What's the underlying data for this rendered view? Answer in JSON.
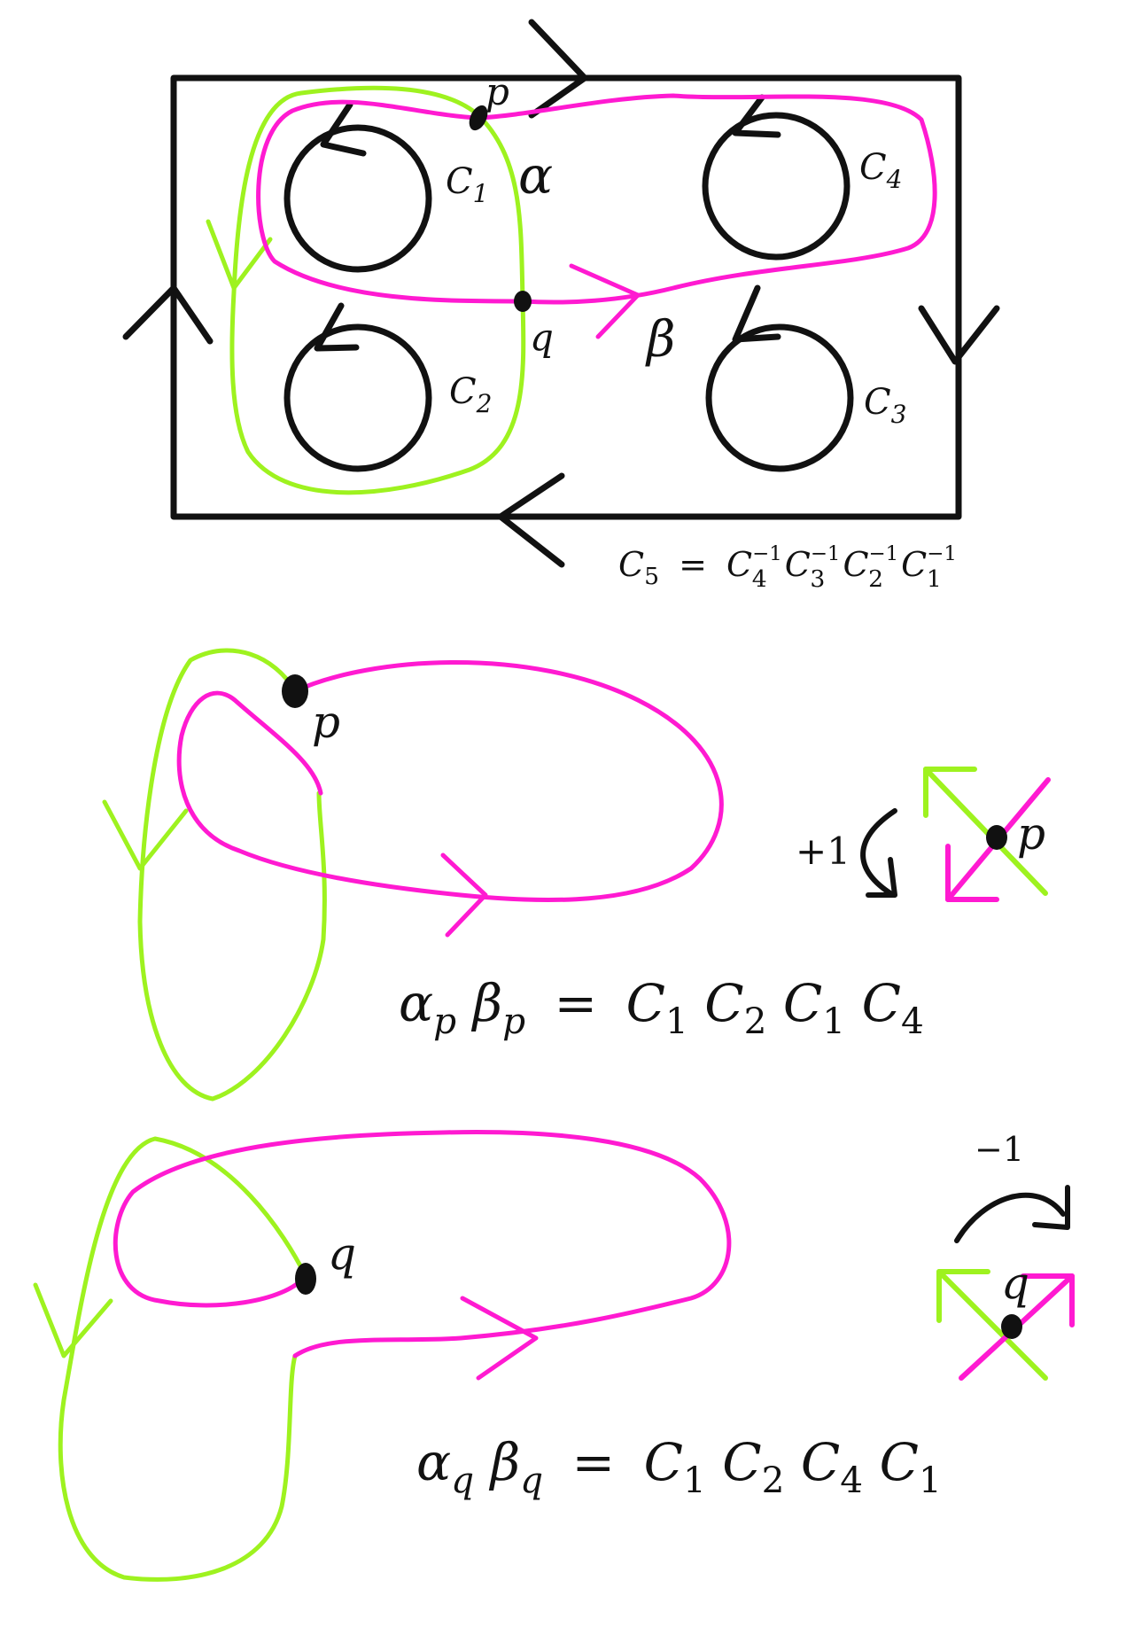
{
  "colors": {
    "alpha": "#9ef21f",
    "beta": "#ff1ad1",
    "ink": "#111111"
  },
  "top": {
    "points": {
      "p": "p",
      "q": "q"
    },
    "curves": {
      "alpha": "α",
      "beta": "β"
    },
    "circles": [
      {
        "base": "C",
        "index": "1"
      },
      {
        "base": "C",
        "index": "2"
      },
      {
        "base": "C",
        "index": "3"
      },
      {
        "base": "C",
        "index": "4"
      }
    ],
    "relation": {
      "lhs_base": "C",
      "lhs_index": "5",
      "equals": "=",
      "terms": [
        {
          "base": "C",
          "index": "4",
          "power": "−1"
        },
        {
          "base": "C",
          "index": "3",
          "power": "−1"
        },
        {
          "base": "C",
          "index": "2",
          "power": "−1"
        },
        {
          "base": "C",
          "index": "1",
          "power": "−1"
        }
      ]
    }
  },
  "middle": {
    "point": "p",
    "sign": "+1",
    "corner_point": "p",
    "equation": {
      "a": "α",
      "a_sub": "p",
      "b": "β",
      "b_sub": "p",
      "equals": "=",
      "rhs": [
        {
          "base": "C",
          "index": "1"
        },
        {
          "base": "C",
          "index": "2"
        },
        {
          "base": "C",
          "index": "1"
        },
        {
          "base": "C",
          "index": "4"
        }
      ]
    }
  },
  "bottom": {
    "point": "q",
    "sign": "−1",
    "corner_point": "q",
    "equation": {
      "a": "α",
      "a_sub": "q",
      "b": "β",
      "b_sub": "q",
      "equals": "=",
      "rhs": [
        {
          "base": "C",
          "index": "1"
        },
        {
          "base": "C",
          "index": "2"
        },
        {
          "base": "C",
          "index": "4"
        },
        {
          "base": "C",
          "index": "1"
        }
      ]
    }
  }
}
